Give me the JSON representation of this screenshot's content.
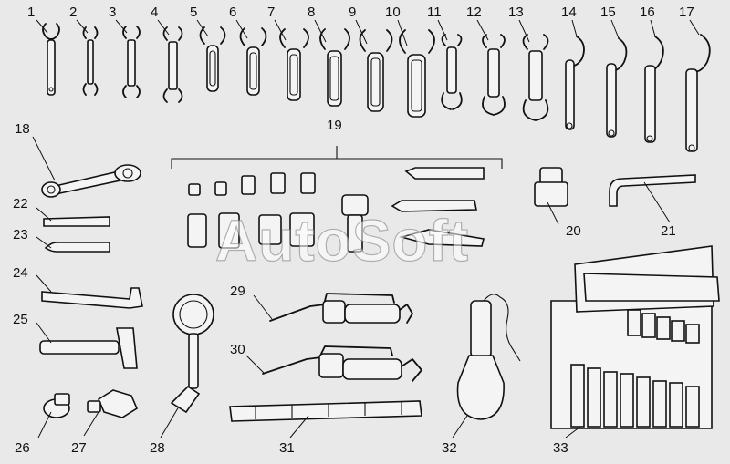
{
  "watermark": "AutoSoft",
  "callouts": [
    "1",
    "2",
    "3",
    "4",
    "5",
    "6",
    "7",
    "8",
    "9",
    "10",
    "11",
    "12",
    "13",
    "14",
    "15",
    "16",
    "17",
    "18",
    "19",
    "20",
    "21",
    "22",
    "23",
    "24",
    "25",
    "26",
    "27",
    "28",
    "29",
    "30",
    "31",
    "32",
    "33"
  ]
}
